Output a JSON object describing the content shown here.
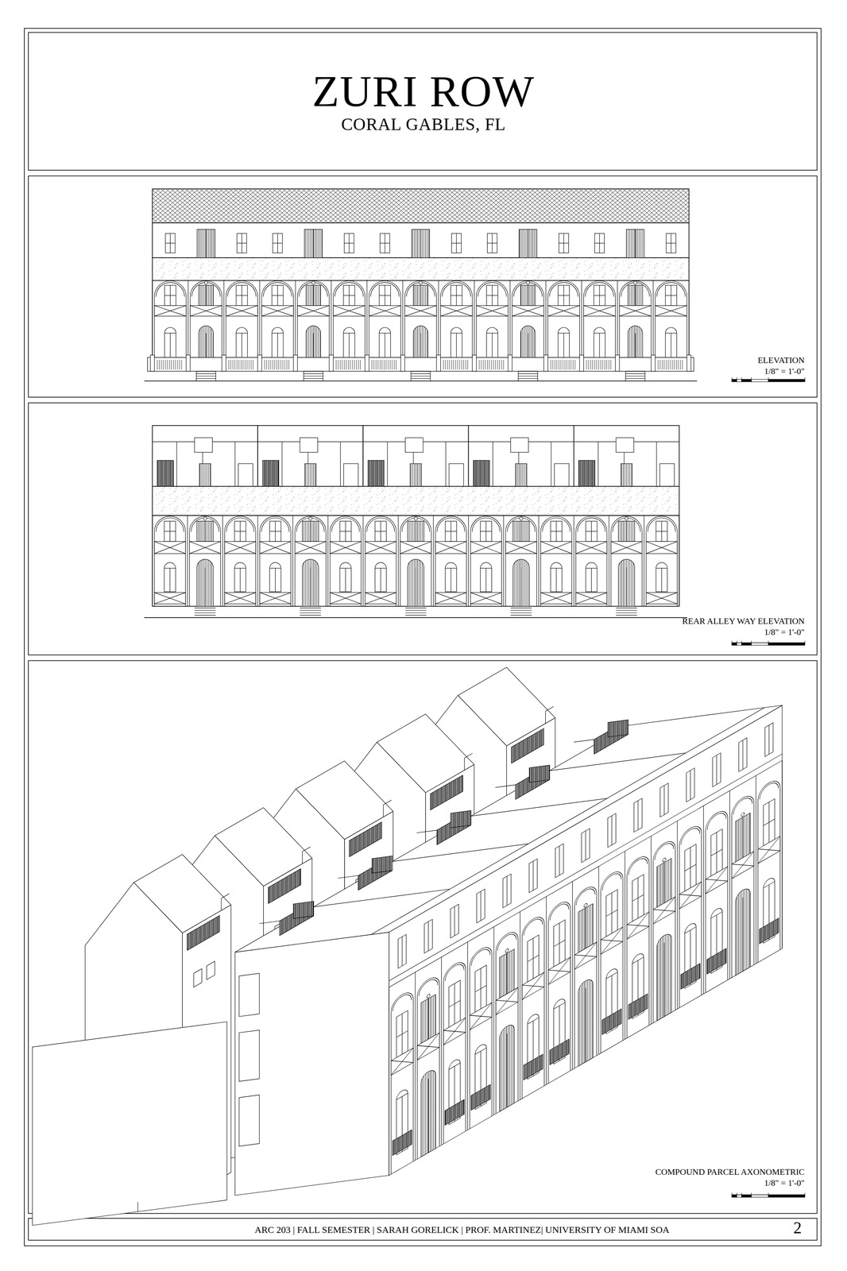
{
  "diagram": {
    "title": "ZURI ROW",
    "labels": [
      "CORAL GABLES, FL",
      "ELEVATION",
      "1/8\" = 1'-0\"",
      "REAR ALLEY WAY ELEVATION",
      "1/8\" = 1'-0\"",
      "COMPOUND PARCEL AXONOMETRIC",
      "1/8\" = 1'-0\"",
      "ARC 203 | FALL SEMESTER | SARAH GORELICK | PROF. MARTINEZ| UNIVERSITY OF MIAMI SOA",
      "2"
    ]
  }
}
